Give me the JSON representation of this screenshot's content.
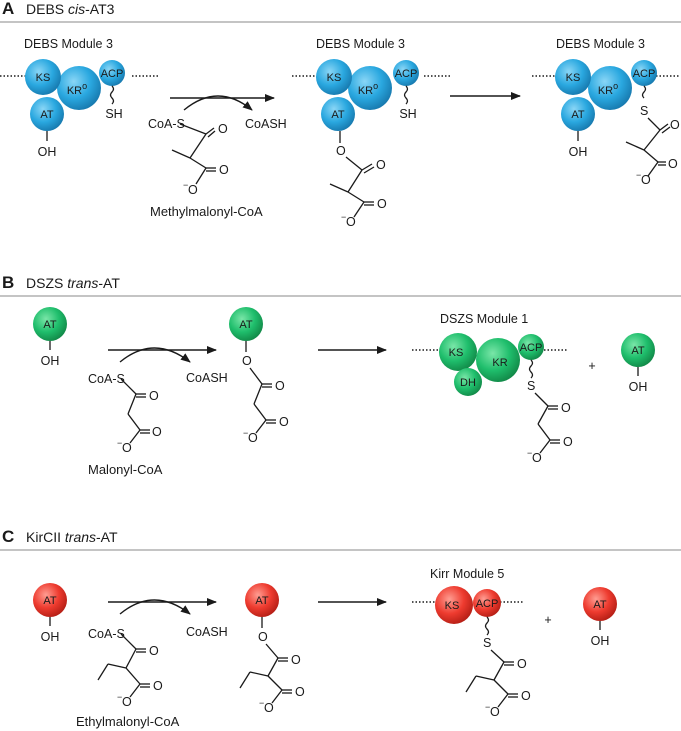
{
  "colors": {
    "blue": "#2aa8e0",
    "green": "#1fbe6c",
    "red": "#ee3b2f"
  },
  "panels": {
    "A": {
      "letter": "A",
      "title_pre": "DEBS ",
      "title_italic": "cis",
      "title_post": "-AT3",
      "module_label": "DEBS Module 3",
      "substrate_label": "Methylmalonyl-CoA",
      "domains": {
        "ks": "KS",
        "kr": "KR",
        "kr_sup": "o",
        "acp": "ACP",
        "at": "AT"
      }
    },
    "B": {
      "letter": "B",
      "title_pre": "DSZS ",
      "title_italic": "trans",
      "title_post": "-AT",
      "module_label": "DSZS Module 1",
      "substrate_label": "Malonyl-CoA",
      "domains": {
        "ks": "KS",
        "kr": "KR",
        "acp": "ACP",
        "dh": "DH",
        "at": "AT"
      }
    },
    "C": {
      "letter": "C",
      "title_pre": "KirCII ",
      "title_italic": "trans",
      "title_post": "-AT",
      "module_label": "Kirr Module 5",
      "substrate_label": "Ethylmalonyl-CoA",
      "domains": {
        "ks": "KS",
        "acp": "ACP",
        "at": "AT"
      }
    }
  },
  "chem": {
    "coa_s": "CoA-S",
    "coash": "CoASH",
    "sh": "SH",
    "oh": "OH",
    "o": "O",
    "s": "S",
    "minus": "−",
    "plus": "+"
  }
}
